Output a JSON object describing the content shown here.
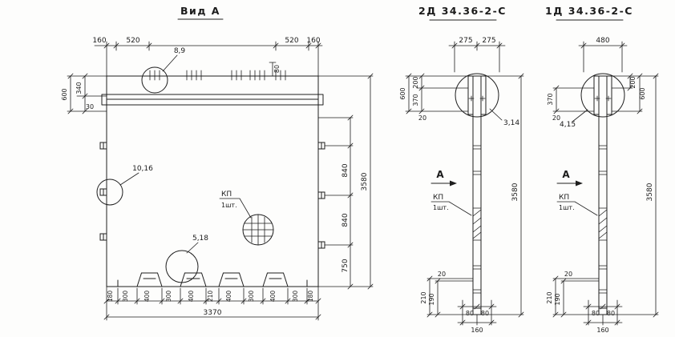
{
  "colors": {
    "ink": "#1e1e1e",
    "paper": "#fdfdfc"
  },
  "view_a": {
    "title": "Вид А",
    "top_dims": [
      "160",
      "520",
      "520",
      "160"
    ],
    "rebar_dim": "80",
    "callout_top": "8,9",
    "left_dims": {
      "d340": "340",
      "d30": "30",
      "d600": "600"
    },
    "right_dims": [
      "840",
      "840",
      "750"
    ],
    "right_total": "3580",
    "callout_left": "10,16",
    "callout_bottom": "5,18",
    "kp": {
      "label": "КП",
      "qty": "1шт."
    },
    "bottom_dims": [
      "180",
      "300",
      "400",
      "300",
      "400",
      "210",
      "400",
      "300",
      "400",
      "300",
      "180"
    ],
    "bottom_total": "3370"
  },
  "section_2d": {
    "title": "2Д 34.36-2-С",
    "top_dims": [
      "275",
      "275"
    ],
    "head_dims": {
      "d200": "200",
      "d600": "600",
      "d370": "370",
      "d20": "20"
    },
    "callout": "3,14",
    "section_mark": "А",
    "kp": {
      "label": "КП",
      "qty": "1шт."
    },
    "height_total": "3580",
    "foot_dims": {
      "d210": "210",
      "d190": "190",
      "d20": "20"
    },
    "bottom_dims": [
      "80",
      "80"
    ],
    "bottom_total": "160"
  },
  "section_1d": {
    "title": "1Д 34.36-2-С",
    "top_dim": "480",
    "head_dims": {
      "d200": "200",
      "d600": "600",
      "d370": "370",
      "d20": "20"
    },
    "callout": "4,15",
    "section_mark": "А",
    "kp": {
      "label": "КП",
      "qty": "1шт."
    },
    "height_total": "3580",
    "foot_dims": {
      "d210": "210",
      "d190": "190",
      "d20": "20"
    },
    "bottom_dims": [
      "80",
      "80"
    ],
    "bottom_total": "160"
  }
}
